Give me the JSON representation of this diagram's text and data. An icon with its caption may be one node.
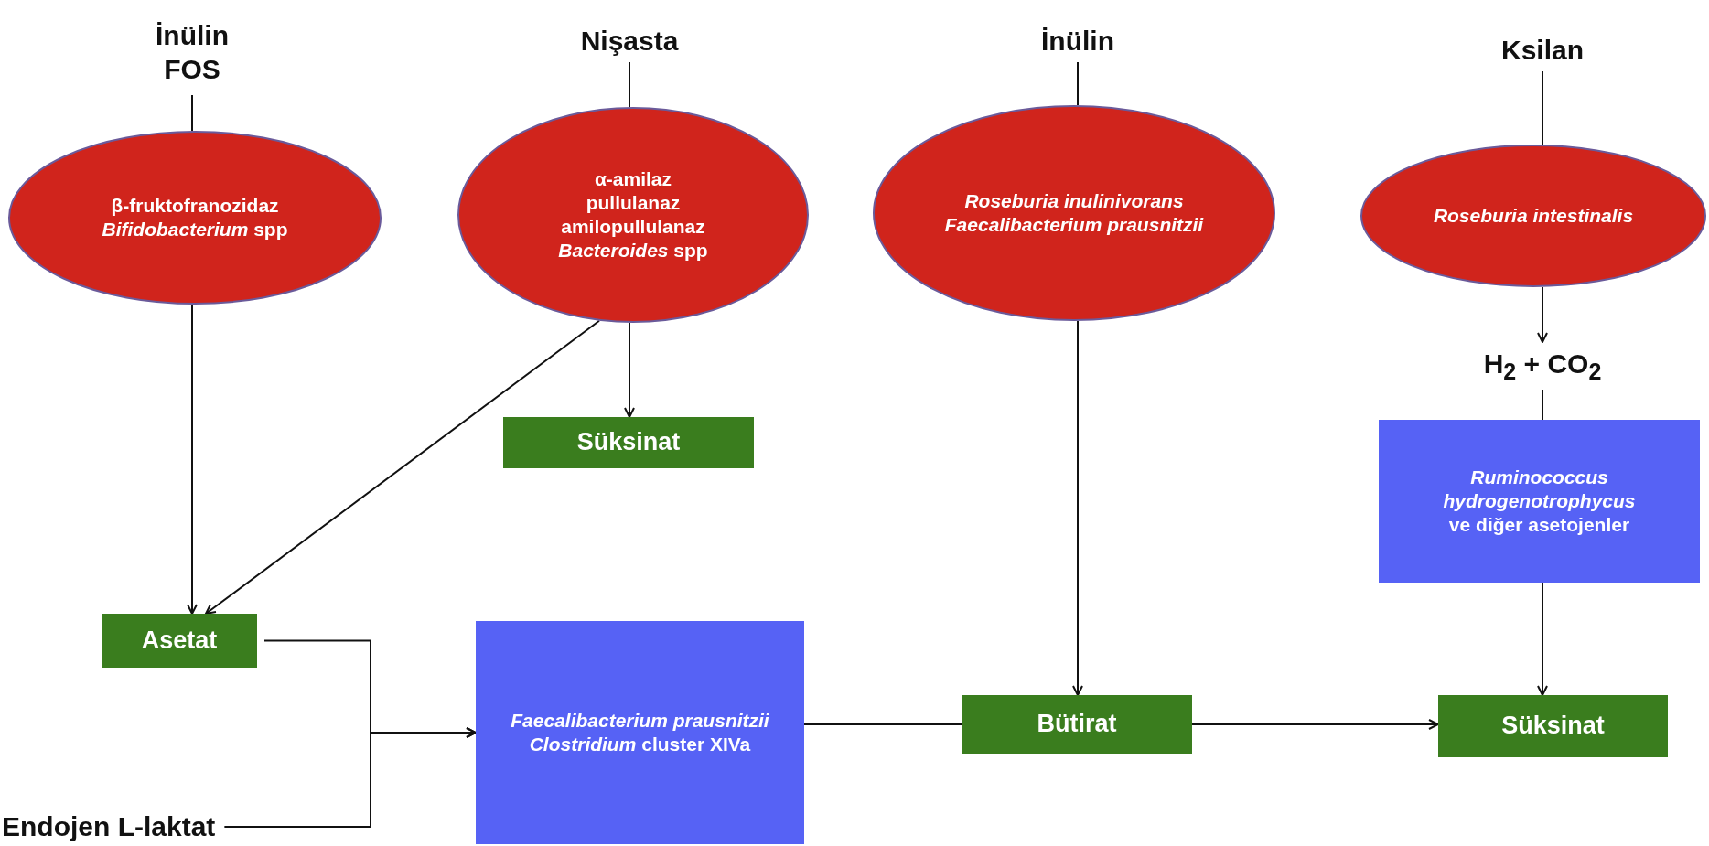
{
  "diagram": {
    "nodes": [
      {
        "text": [
          "İnülin",
          "FOS"
        ]
      },
      {
        "text": [
          "β-fruktofranozidaz",
          "*Bifidobacterium* spp"
        ]
      },
      {
        "text": [
          "Nişasta"
        ]
      },
      {
        "text": [
          "α-amilaz",
          "pullulanaz",
          "amilopullulanaz",
          "*Bacteroides* spp"
        ]
      },
      {
        "text": [
          "İnülin"
        ]
      },
      {
        "text": [
          "Roseburia inulinivorans",
          "Faecalibacterium prausnitzii"
        ]
      },
      {
        "text": [
          "Ksilan"
        ]
      },
      {
        "text": [
          "Roseburia intestinalis"
        ]
      },
      {
        "text": [
          "H$_{2}$ + CO$_{2}$"
        ]
      },
      {
        "text": [
          "*Ruminococcus hydrogenotrophycus*",
          "ve diğer asetojenler"
        ]
      },
      {
        "text": [
          "Süksinat"
        ]
      },
      {
        "text": [
          "Asetat"
        ]
      },
      {
        "text": [
          "Endojen L-laktat"
        ]
      },
      {
        "text": [
          "*Faecalibacterium prausnitzii*",
          "*Clostridium* cluster XIVa"
        ]
      },
      {
        "text": [
          "Bütirat"
        ]
      },
      {
        "text": [
          "Süksinat"
        ]
      }
    ],
    "edges": [
      {
        "from": 0,
        "to": 1,
        "arrow": "none"
      },
      {
        "from": 2,
        "to": 3,
        "arrow": "none"
      },
      {
        "from": 4,
        "to": 5,
        "arrow": "none"
      },
      {
        "from": 6,
        "to": 7,
        "arrow": "none"
      },
      {
        "from": 1,
        "to": 11,
        "arrow": "to"
      },
      {
        "from": 3,
        "to": 11,
        "arrow": "to"
      },
      {
        "from": 3,
        "to": 10,
        "arrow": "to"
      },
      {
        "from": 5,
        "to": 14,
        "arrow": "to"
      },
      {
        "from": 7,
        "to": 8,
        "arrow": "to"
      },
      {
        "from": 8,
        "to": 9,
        "arrow": "none"
      },
      {
        "from": 9,
        "to": 15,
        "arrow": "to"
      },
      {
        "from": 11,
        "to": 13,
        "arrow": "to"
      },
      {
        "from": 12,
        "to": 13,
        "arrow": "to"
      },
      {
        "from": 13,
        "to": 14,
        "arrow": "none"
      },
      {
        "from": 14,
        "to": 15,
        "arrow": "to"
      }
    ]
  }
}
